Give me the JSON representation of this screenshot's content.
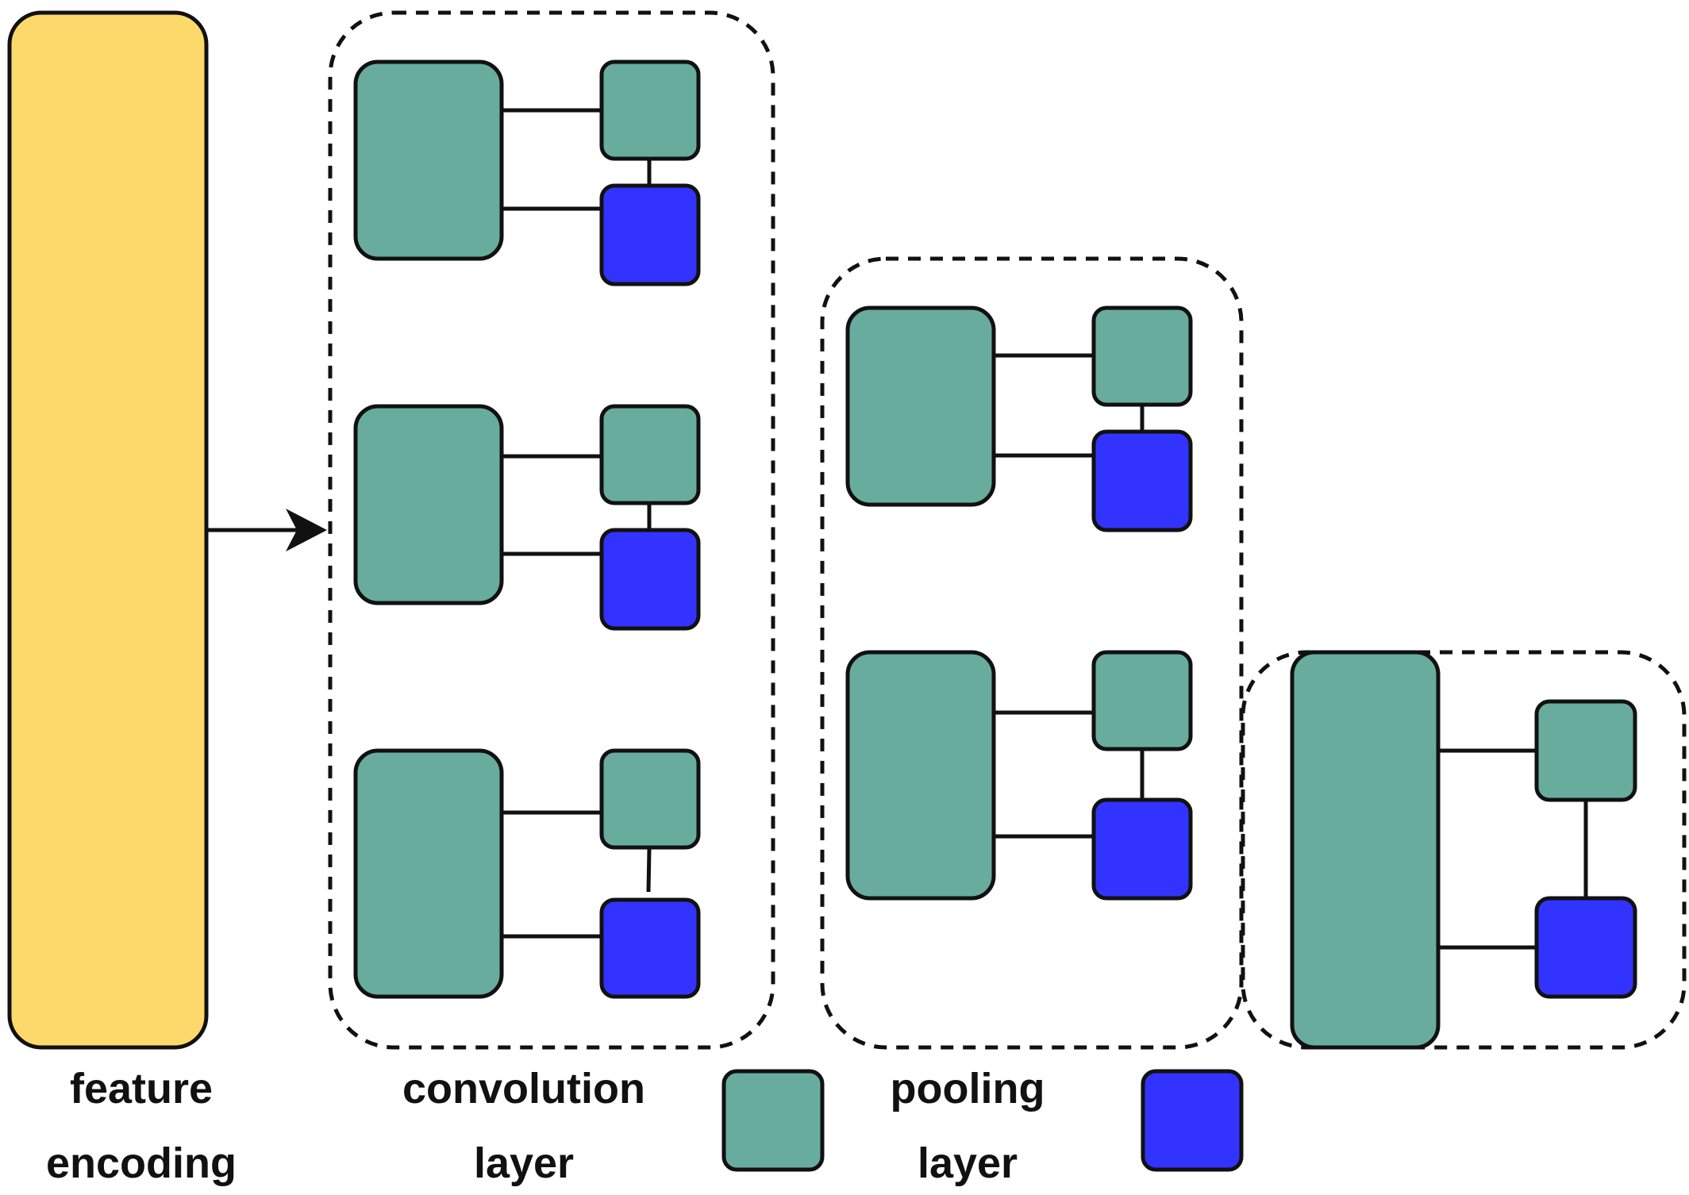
{
  "labels": {
    "feature_line1": "feature",
    "feature_line2": "encoding",
    "conv_line1": "convolution",
    "conv_line2": "layer",
    "pool_line1": "pooling",
    "pool_line2": "layer"
  },
  "colors": {
    "feature_fill": "#FDD96B",
    "conv_fill": "#68AC9E",
    "pool_fill": "#3333FF",
    "stroke": "#111111"
  }
}
